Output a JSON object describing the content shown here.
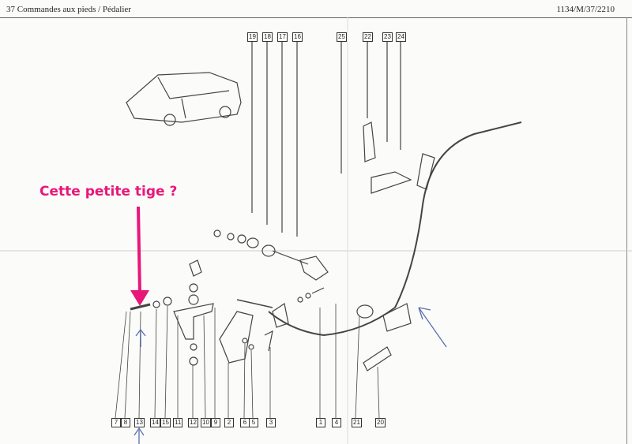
{
  "header": {
    "title": "37 Commandes aux pieds / Pédalier",
    "reference": "1134/M/37/2210"
  },
  "annotation": {
    "text": "Cette petite tige ?",
    "color": "#e8177a",
    "pen_color": "#5a6fb0"
  },
  "top_labels": [
    "19",
    "18",
    "17",
    "16",
    "25",
    "22",
    "23",
    "24"
  ],
  "bottom_labels": [
    "7",
    "8",
    "13",
    "14",
    "15",
    "11",
    "12",
    "10",
    "9",
    "2",
    "6",
    "5",
    "3",
    "1",
    "4",
    "21",
    "20"
  ]
}
